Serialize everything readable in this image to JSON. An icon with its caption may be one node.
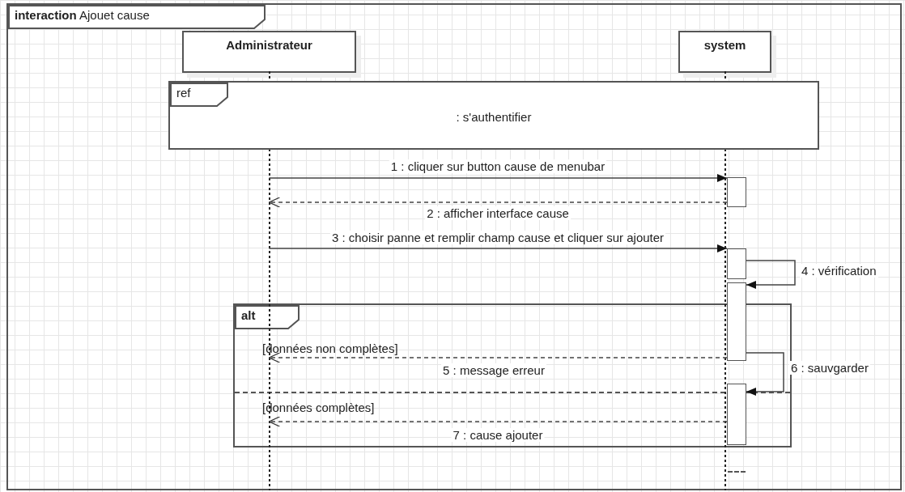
{
  "diagram": {
    "nodes": [
      {
        "text": [
          "**interaction** Ajouet cause"
        ]
      },
      {
        "text": [
          "Administrateur"
        ],
        "in": 0
      },
      {
        "text": [
          "system"
        ],
        "in": 0
      },
      {
        "text": [
          "ref",
          ": s'authentifier"
        ],
        "in": 0
      },
      {
        "text": [],
        "shape": "bar",
        "in": 2
      },
      {
        "text": [],
        "shape": "bar",
        "in": 2
      },
      {
        "text": [],
        "shape": "bar",
        "in": 2
      },
      {
        "text": [],
        "shape": "bar",
        "in": 2
      }
    ],
    "edges": [
      {
        "from": 1,
        "to": 4,
        "arrow": "to",
        "label": "1 : cliquer sur button cause de menubar"
      },
      {
        "from": 4,
        "to": 1,
        "arrow": "to",
        "label": "2 : afficher interface cause",
        "style": "dashed"
      },
      {
        "from": 1,
        "to": 5,
        "arrow": "to",
        "label": "3 : choisir panne et remplir champ cause et cliquer sur ajouter"
      },
      {
        "from": 5,
        "to": 6,
        "arrow": "to",
        "label": "4 : vérification"
      },
      {
        "from": 6,
        "to": 1,
        "arrow": "to",
        "label": "5 : message erreur",
        "style": "dashed"
      },
      {
        "from": 6,
        "to": 7,
        "arrow": "to",
        "label": "6 : sauvgarder"
      },
      {
        "from": 7,
        "to": 1,
        "arrow": "to",
        "label": "7 : cause ajouter",
        "style": "dashed"
      }
    ],
    "labels": [
      "alt",
      "[données non complètes]",
      "[données complètes]"
    ]
  }
}
